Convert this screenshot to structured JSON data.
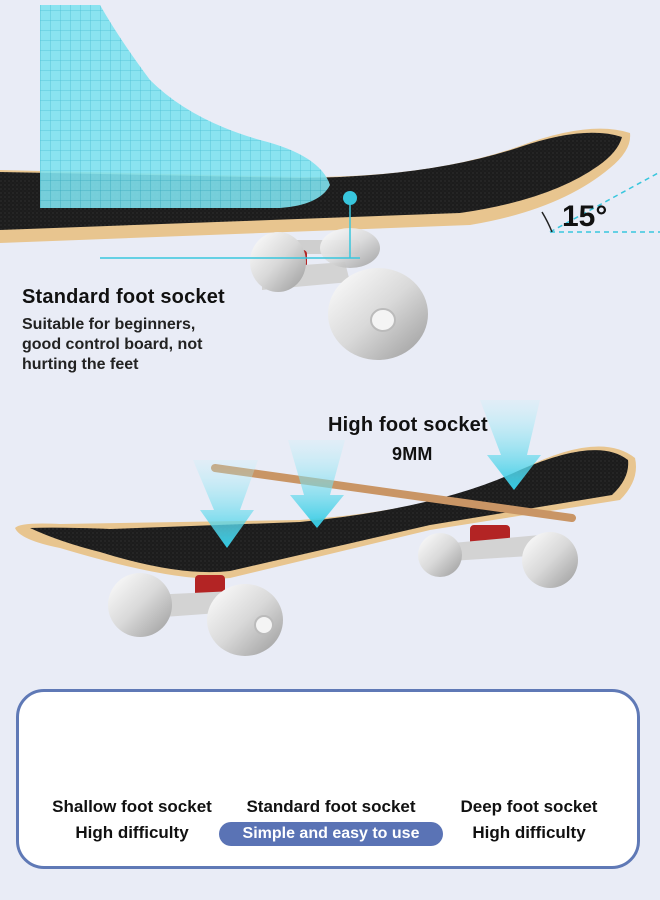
{
  "top": {
    "title": "Standard foot socket",
    "desc": [
      "Suitable for beginners,",
      "good control board, not",
      "hurting the feet"
    ],
    "angle": "15°"
  },
  "middle": {
    "title": "High foot socket",
    "sub": "9MM"
  },
  "compare": [
    {
      "title": "Shallow foot socket",
      "desc": "High difficulty",
      "color": "#111111"
    },
    {
      "title": "Standard foot socket",
      "desc": "Simple and easy to use",
      "color": "#cc1f1f"
    },
    {
      "title": "Deep foot socket",
      "desc": "High difficulty",
      "color": "#111111"
    }
  ],
  "colors": {
    "accent": "#5a73b5",
    "cyan": "#3fd3ea",
    "deck": "#1a1a1a",
    "wood": "#e8c58f"
  }
}
